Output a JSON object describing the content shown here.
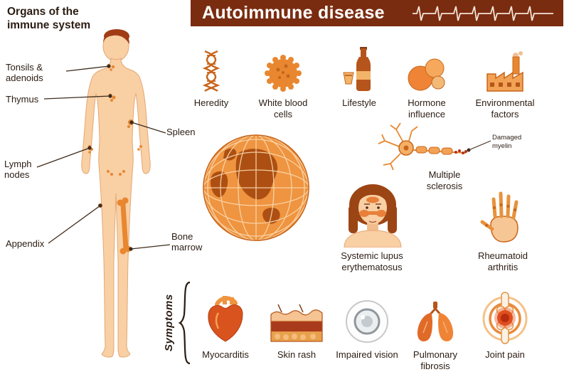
{
  "colors": {
    "banner_bg": "#7a2c10",
    "accent": "#e8872f",
    "accent_dark": "#c8651b",
    "skin": "#f9cfa4",
    "text": "#2b1c12"
  },
  "banner": {
    "title": "Autoimmune disease",
    "icon": "ekg-heartbeat-icon"
  },
  "organs": {
    "heading": "Organs of the immune system",
    "items": [
      {
        "label": "Tonsils & adenoids"
      },
      {
        "label": "Thymus"
      },
      {
        "label": "Spleen"
      },
      {
        "label": "Lymph nodes"
      },
      {
        "label": "Appendix"
      },
      {
        "label": "Bone marrow"
      }
    ]
  },
  "factors": [
    {
      "label": "Heredity",
      "icon": "dna-icon"
    },
    {
      "label": "White blood cells",
      "icon": "white-blood-cell-icon"
    },
    {
      "label": "Lifestyle",
      "icon": "bottle-icon"
    },
    {
      "label": "Hormone influence",
      "icon": "hormones-icon"
    },
    {
      "label": "Environmental factors",
      "icon": "factory-icon"
    }
  ],
  "center_graphic": {
    "icon": "globe-icon"
  },
  "diseases": [
    {
      "label": "Multiple sclerosis",
      "icon": "neuron-icon",
      "annotation": "Damaged myelin"
    },
    {
      "label": "Systemic lupus erythematosus",
      "icon": "face-rash-icon"
    },
    {
      "label": "Rheumatoid arthritis",
      "icon": "hand-bones-icon"
    }
  ],
  "symptoms": {
    "heading": "Symptoms",
    "items": [
      {
        "label": "Myocarditis",
        "icon": "heart-icon"
      },
      {
        "label": "Skin rash",
        "icon": "skin-layers-icon"
      },
      {
        "label": "Impaired vision",
        "icon": "eye-icon"
      },
      {
        "label": "Pulmonary fibrosis",
        "icon": "lungs-icon"
      },
      {
        "label": "Joint pain",
        "icon": "joint-pain-icon"
      }
    ]
  }
}
